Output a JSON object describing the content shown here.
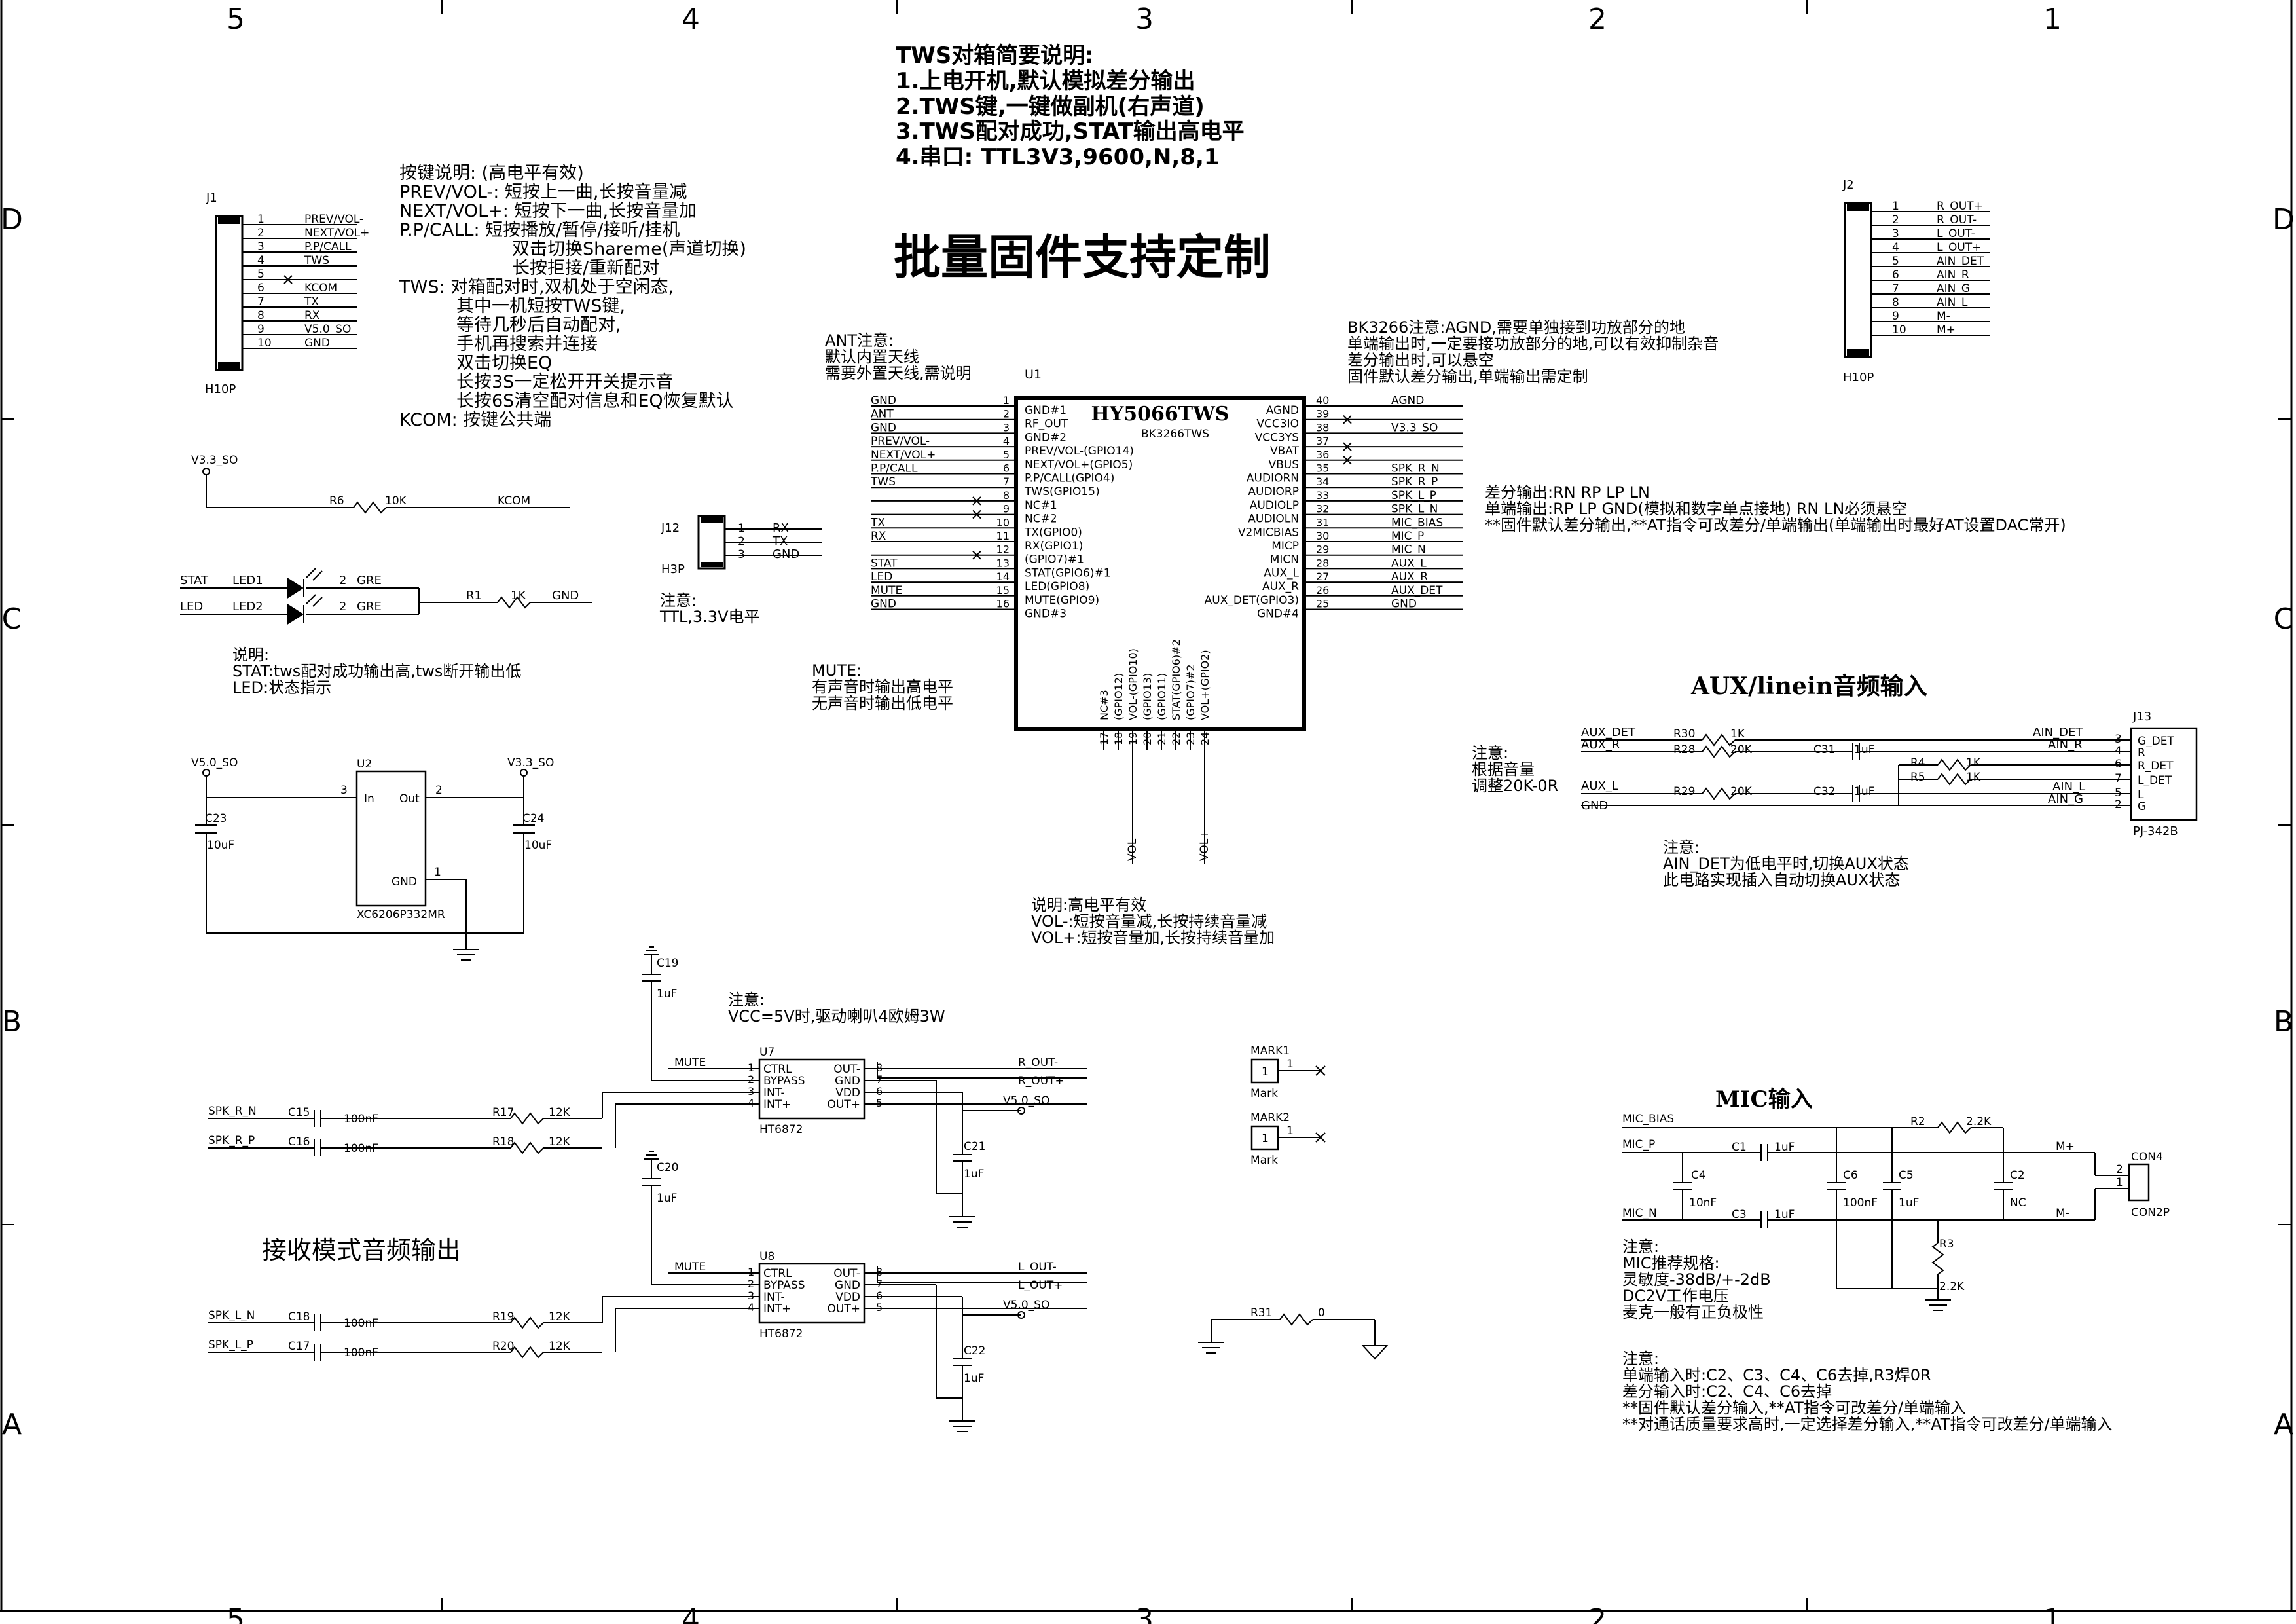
{
  "border": {
    "cols_top": [
      "5",
      "4",
      "3",
      "2",
      "1"
    ],
    "cols_bottom": [
      "5",
      "4",
      "3",
      "2",
      "1"
    ],
    "rows_left": [
      "D",
      "C",
      "B",
      "A"
    ],
    "rows_right": [
      "D",
      "C",
      "B",
      "A"
    ]
  },
  "tws_notes": {
    "title": "TWS对箱简要说明:",
    "lines": [
      "1.上电开机,默认模拟差分输出",
      "2.TWS键,一键做副机(右声道)",
      "3.TWS配对成功,STAT输出高电平",
      "4.串口: TTL3V3,9600,N,8,1"
    ]
  },
  "big_title": "批量固件支持定制",
  "key_notes": {
    "lines": [
      "按键说明: (高电平有效)",
      "PREV/VOL-: 短按上一曲,长按音量减",
      "NEXT/VOL+: 短按下一曲,长按音量加",
      "P.P/CALL: 短按播放/暂停/接听/挂机",
      "双击切换Shareme(声道切换)",
      "长按拒接/重新配对",
      "TWS: 对箱配对时,双机处于空闲态,",
      "其中一机短按TWS键,",
      "等待几秒后自动配对,",
      "手机再搜索并连接",
      "双击切换EQ",
      "长按3S一定松开开关提示音",
      "长按6S清空配对信息和EQ恢复默认",
      "KCOM: 按键公共端"
    ]
  },
  "j1": {
    "ref": "J1",
    "value": "H10P",
    "pins": [
      {
        "num": "1",
        "net": "PREV/VOL-"
      },
      {
        "num": "2",
        "net": "NEXT/VOL+"
      },
      {
        "num": "3",
        "net": "P.P/CALL"
      },
      {
        "num": "4",
        "net": "TWS"
      },
      {
        "num": "5",
        "net": ""
      },
      {
        "num": "6",
        "net": "KCOM"
      },
      {
        "num": "7",
        "net": "TX"
      },
      {
        "num": "8",
        "net": "RX"
      },
      {
        "num": "9",
        "net": "V5.0_SO"
      },
      {
        "num": "10",
        "net": "GND"
      }
    ]
  },
  "j2": {
    "ref": "J2",
    "value": "H10P",
    "pins": [
      {
        "num": "1",
        "net": "R_OUT+"
      },
      {
        "num": "2",
        "net": "R_OUT-"
      },
      {
        "num": "3",
        "net": "L_OUT-"
      },
      {
        "num": "4",
        "net": "L_OUT+"
      },
      {
        "num": "5",
        "net": "AIN_DET"
      },
      {
        "num": "6",
        "net": "AIN_R"
      },
      {
        "num": "7",
        "net": "AIN_G"
      },
      {
        "num": "8",
        "net": "AIN_L"
      },
      {
        "num": "9",
        "net": "M-"
      },
      {
        "num": "10",
        "net": "M+"
      }
    ]
  },
  "r6": {
    "rail": "V3.3_SO",
    "ref": "R6",
    "value": "10K",
    "net": "KCOM"
  },
  "leds": {
    "led1": {
      "net": "STAT",
      "ref": "LED1",
      "pin": "2",
      "net2": "GRE"
    },
    "led2": {
      "net": "LED",
      "ref": "LED2",
      "pin": "2",
      "net2": "GRE"
    },
    "r1": {
      "ref": "R1",
      "value": "1K",
      "net": "GND"
    },
    "notes": [
      "说明:",
      "STAT:tws配对成功输出高,tws断开输出低",
      "LED:状态指示"
    ]
  },
  "u2": {
    "ref": "U2",
    "value": "XC6206P332MR",
    "in_rail": "V5.0_SO",
    "out_rail": "V3.3_SO",
    "pin_in": "In",
    "pin_out": "Out",
    "pin_gnd": "GND",
    "pin_in_num": "3",
    "pin_out_num": "2",
    "pin_gnd_num": "1",
    "c23_ref": "C23",
    "c23_val": "10uF",
    "c24_ref": "C24",
    "c24_val": "10uF"
  },
  "j12": {
    "ref": "J12",
    "value": "H3P",
    "pins": [
      {
        "num": "1",
        "net": "RX"
      },
      {
        "num": "2",
        "net": "TX"
      },
      {
        "num": "3",
        "net": "GND"
      }
    ],
    "notes": [
      "注意:",
      "TTL,3.3V电平"
    ]
  },
  "ant_note": [
    "ANT注意:",
    "默认内置天线",
    "需要外置天线,需说明"
  ],
  "mute_note": [
    "MUTE:",
    "有声音时输出高电平",
    "无声音时输出低电平"
  ],
  "u1": {
    "ref": "U1",
    "name": "HY5066TWS",
    "sub": "BK3266TWS",
    "left_pins": [
      {
        "num": "1",
        "label": "GND#1",
        "net": "GND"
      },
      {
        "num": "2",
        "label": "RF_OUT",
        "net": "ANT"
      },
      {
        "num": "3",
        "label": "GND#2",
        "net": "GND"
      },
      {
        "num": "4",
        "label": "PREV/VOL-(GPIO14)",
        "net": "PREV/VOL-"
      },
      {
        "num": "5",
        "label": "NEXT/VOL+(GPIO5)",
        "net": "NEXT/VOL+"
      },
      {
        "num": "6",
        "label": "P.P/CALL(GPIO4)",
        "net": "P.P/CALL"
      },
      {
        "num": "7",
        "label": "TWS(GPIO15)",
        "net": "TWS"
      },
      {
        "num": "8",
        "label": "NC#1",
        "net": ""
      },
      {
        "num": "9",
        "label": "NC#2",
        "net": ""
      },
      {
        "num": "10",
        "label": "TX(GPIO0)",
        "net": "TX"
      },
      {
        "num": "11",
        "label": "RX(GPIO1)",
        "net": "RX"
      },
      {
        "num": "12",
        "label": "(GPIO7)#1",
        "net": ""
      },
      {
        "num": "13",
        "label": "STAT(GPIO6)#1",
        "net": "STAT"
      },
      {
        "num": "14",
        "label": "LED(GPIO8)",
        "net": "LED"
      },
      {
        "num": "15",
        "label": "MUTE(GPIO9)",
        "net": "MUTE"
      },
      {
        "num": "16",
        "label": "GND#3",
        "net": "GND"
      }
    ],
    "right_pins": [
      {
        "num": "40",
        "label": "AGND",
        "net": "AGND"
      },
      {
        "num": "39",
        "label": "VCC3IO",
        "net": ""
      },
      {
        "num": "38",
        "label": "VCC3YS",
        "net": "V3.3_SO"
      },
      {
        "num": "37",
        "label": "VBAT",
        "net": ""
      },
      {
        "num": "36",
        "label": "VBUS",
        "net": ""
      },
      {
        "num": "35",
        "label": "AUDIORN",
        "net": "SPK_R_N"
      },
      {
        "num": "34",
        "label": "AUDIORP",
        "net": "SPK_R_P"
      },
      {
        "num": "33",
        "label": "AUDIOLP",
        "net": "SPK_L_P"
      },
      {
        "num": "32",
        "label": "AUDIOLN",
        "net": "SPK_L_N"
      },
      {
        "num": "31",
        "label": "V2MICBIAS",
        "net": "MIC_BIAS"
      },
      {
        "num": "30",
        "label": "MICP",
        "net": "MIC_P"
      },
      {
        "num": "29",
        "label": "MICN",
        "net": "MIC_N"
      },
      {
        "num": "28",
        "label": "AUX_L",
        "net": "AUX_L"
      },
      {
        "num": "27",
        "label": "AUX_R",
        "net": "AUX_R"
      },
      {
        "num": "26",
        "label": "AUX_DET(GPIO3)",
        "net": "AUX_DET"
      },
      {
        "num": "25",
        "label": "GND#4",
        "net": "GND"
      }
    ],
    "bottom_pins": [
      {
        "num": "17",
        "label": "NC#3"
      },
      {
        "num": "18",
        "label": "(GPIO12)"
      },
      {
        "num": "19",
        "label": "VOL-(GPIO10)"
      },
      {
        "num": "20",
        "label": "(GPIO13)"
      },
      {
        "num": "21",
        "label": "(GPIO11)"
      },
      {
        "num": "22",
        "label": "STAT(GPIO6)#2"
      },
      {
        "num": "23",
        "label": "(GPIO7)#2"
      },
      {
        "num": "24",
        "label": "VOL+(GPIO2)"
      }
    ],
    "bottom_nets": [
      "VOL-",
      "VOL+"
    ]
  },
  "vol_note": [
    "说明:高电平有效",
    "VOL-:短按音量减,长按持续音量减",
    "VOL+:短按音量加,长按持续音量加"
  ],
  "bk_note": [
    "BK3266注意:AGND,需要单独接到功放部分的地",
    "单端输出时,一定要接功放部分的地,可以有效抑制杂音",
    "差分输出时,可以悬空",
    "固件默认差分输出,单端输出需定制"
  ],
  "diff_note": [
    "差分输出:RN RP LP LN",
    "单端输出:RP LP GND(模拟和数字单点接地) RN LN必须悬空",
    "**固件默认差分输出,**AT指令可改差分/单端输出(单端输出时最好AT设置DAC常开)"
  ],
  "aux": {
    "title": "AUX/linein音频输入",
    "notes_left": [
      "注意:",
      "根据音量",
      "调整20K-0R"
    ],
    "nets_left": [
      "AUX_DET",
      "AUX_R",
      "AUX_L",
      "GND"
    ],
    "r30": {
      "ref": "R30",
      "value": "1K"
    },
    "r28": {
      "ref": "R28",
      "value": "20K"
    },
    "r29": {
      "ref": "R29",
      "value": "20K"
    },
    "c31": {
      "ref": "C31",
      "value": "1uF"
    },
    "c32": {
      "ref": "C32",
      "value": "1uF"
    },
    "r4": {
      "ref": "R4",
      "value": "1K"
    },
    "r5": {
      "ref": "R5",
      "value": "1K"
    },
    "nets_right": [
      "AIN_DET",
      "AIN_R",
      "AIN_L",
      "AIN_G"
    ],
    "j13": {
      "ref": "J13",
      "value": "PJ-342B",
      "pins": [
        {
          "num": "3",
          "label": "G_DET"
        },
        {
          "num": "4",
          "label": "R"
        },
        {
          "num": "6",
          "label": "R_DET"
        },
        {
          "num": "7",
          "label": "L_DET"
        },
        {
          "num": "5",
          "label": "L"
        },
        {
          "num": "2",
          "label": "G"
        }
      ]
    },
    "notes_bottom": [
      "注意:",
      "AIN_DET为低电平时,切换AUX状态",
      "此电路实现插入自动切换AUX状态"
    ]
  },
  "amp_note": [
    "注意:",
    "VCC=5V时,驱动喇叭4欧姆3W"
  ],
  "amp_u7": {
    "ref": "U7",
    "value": "HT6872",
    "cap": {
      "ref": "C19",
      "value": "1uF"
    },
    "mute_net": "MUTE",
    "left_pins": [
      {
        "num": "1",
        "label": "CTRL"
      },
      {
        "num": "2",
        "label": "BYPASS"
      },
      {
        "num": "3",
        "label": "INT-"
      },
      {
        "num": "4",
        "label": "INT+"
      }
    ],
    "right_pins": [
      {
        "num": "8",
        "label": "OUT-",
        "net": "R_OUT-"
      },
      {
        "num": "7",
        "label": "GND",
        "net": ""
      },
      {
        "num": "6",
        "label": "VDD",
        "net": ""
      },
      {
        "num": "5",
        "label": "OUT+",
        "net": "R_OUT+"
      }
    ],
    "in_n": {
      "net": "SPK_R_N",
      "cap": "C15",
      "cap_val": "100nF",
      "res": "R17",
      "res_val": "12K"
    },
    "in_p": {
      "net": "SPK_R_P",
      "cap": "C16",
      "cap_val": "100nF",
      "res": "R18",
      "res_val": "12K"
    },
    "vdd_rail": "V5.0_SO",
    "dec_cap": {
      "ref": "C21",
      "value": "1uF"
    }
  },
  "amp_u8": {
    "ref": "U8",
    "value": "HT6872",
    "cap": {
      "ref": "C20",
      "value": "1uF"
    },
    "mute_net": "MUTE",
    "left_pins": [
      {
        "num": "1",
        "label": "CTRL"
      },
      {
        "num": "2",
        "label": "BYPASS"
      },
      {
        "num": "3",
        "label": "INT-"
      },
      {
        "num": "4",
        "label": "INT+"
      }
    ],
    "right_pins": [
      {
        "num": "8",
        "label": "OUT-",
        "net": "L_OUT-"
      },
      {
        "num": "7",
        "label": "GND",
        "net": ""
      },
      {
        "num": "6",
        "label": "VDD",
        "net": ""
      },
      {
        "num": "5",
        "label": "OUT+",
        "net": "L_OUT+"
      }
    ],
    "in_n": {
      "net": "SPK_L_N",
      "cap": "C18",
      "cap_val": "100nF",
      "res": "R19",
      "res_val": "12K"
    },
    "in_p": {
      "net": "SPK_L_P",
      "cap": "C17",
      "cap_val": "100nF",
      "res": "R20",
      "res_val": "12K"
    },
    "vdd_rail": "V5.0_SO",
    "dec_cap": {
      "ref": "C22",
      "value": "1uF"
    }
  },
  "receive_title": "接收模式音频输出",
  "marks": [
    {
      "ref": "MARK1",
      "pin": "1",
      "value": "Mark"
    },
    {
      "ref": "MARK2",
      "pin": "1",
      "value": "Mark"
    }
  ],
  "r31": {
    "ref": "R31",
    "value": "0"
  },
  "mic": {
    "title": "MIC输入",
    "nets": [
      "MIC_BIAS",
      "MIC_P",
      "MIC_N"
    ],
    "r2": {
      "ref": "R2",
      "value": "2.2K"
    },
    "r3": {
      "ref": "R3",
      "value": "2.2K"
    },
    "c1": {
      "ref": "C1",
      "value": "1uF"
    },
    "c3": {
      "ref": "C3",
      "value": "1uF"
    },
    "c4": {
      "ref": "C4",
      "value": "10nF"
    },
    "c6": {
      "ref": "C6",
      "value": "100nF"
    },
    "c5": {
      "ref": "C5",
      "value": "1uF"
    },
    "c2": {
      "ref": "C2",
      "value": "NC"
    },
    "out_nets": [
      "M+",
      "M-"
    ],
    "con4": {
      "ref": "CON4",
      "value": "CON2P",
      "pins": [
        "2",
        "1"
      ]
    },
    "spec": [
      "注意:",
      "MIC推荐规格:",
      "灵敏度-38dB/+-2dB",
      "DC2V工作电压",
      "麦克一般有正负极性"
    ],
    "notes": [
      "注意:",
      "单端输入时:C2、C3、C4、C6去掉,R3焊0R",
      "差分输入时:C2、C4、C6去掉",
      "**固件默认差分输入,**AT指令可改差分/单端输入",
      "**对通话质量要求高时,一定选择差分输入,**AT指令可改差分/单端输入"
    ]
  }
}
